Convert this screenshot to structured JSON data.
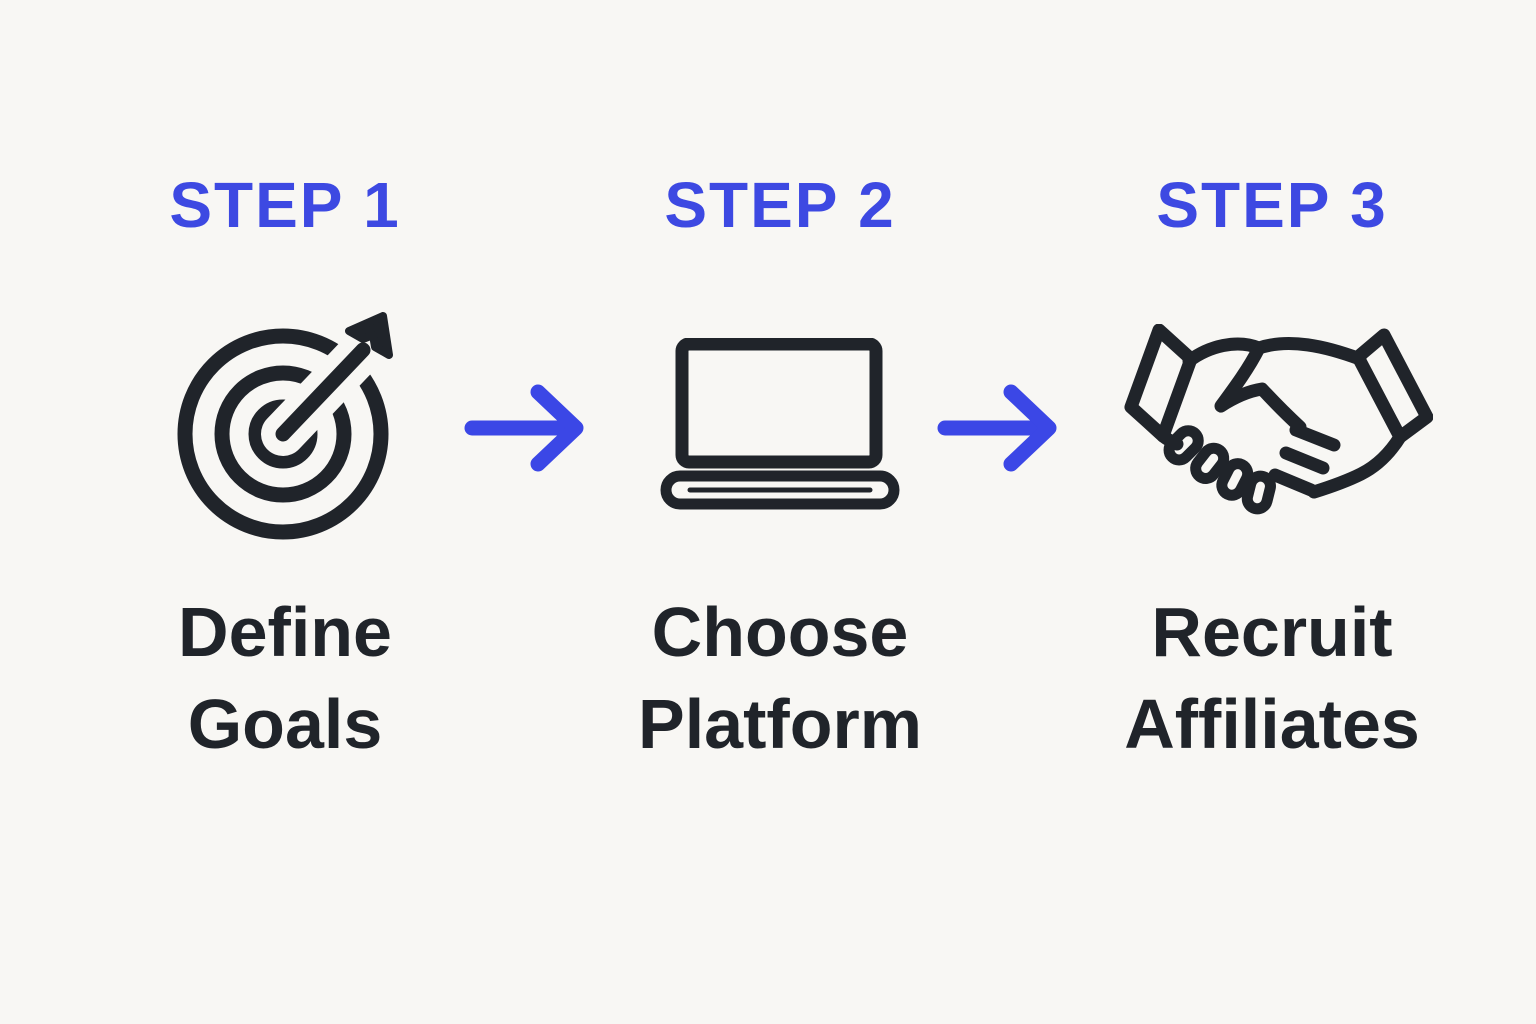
{
  "title": "Affiliate program setup steps infographic",
  "colors": {
    "accent": "#3D49E2",
    "ink": "#20242A",
    "background": "#F8F7F4"
  },
  "steps": [
    {
      "label": "STEP 1",
      "icon": "target-icon",
      "title_lines": [
        "Define",
        "Goals"
      ]
    },
    {
      "label": "STEP 2",
      "icon": "laptop-icon",
      "title_lines": [
        "Choose",
        "Platform"
      ]
    },
    {
      "label": "STEP 3",
      "icon": "handshake-icon",
      "title_lines": [
        "Recruit",
        "Affiliates"
      ]
    }
  ],
  "connectors": [
    {
      "icon": "arrow-right-icon",
      "from": "STEP 1",
      "to": "STEP 2"
    },
    {
      "icon": "arrow-right-icon",
      "from": "STEP 2",
      "to": "STEP 3"
    }
  ]
}
